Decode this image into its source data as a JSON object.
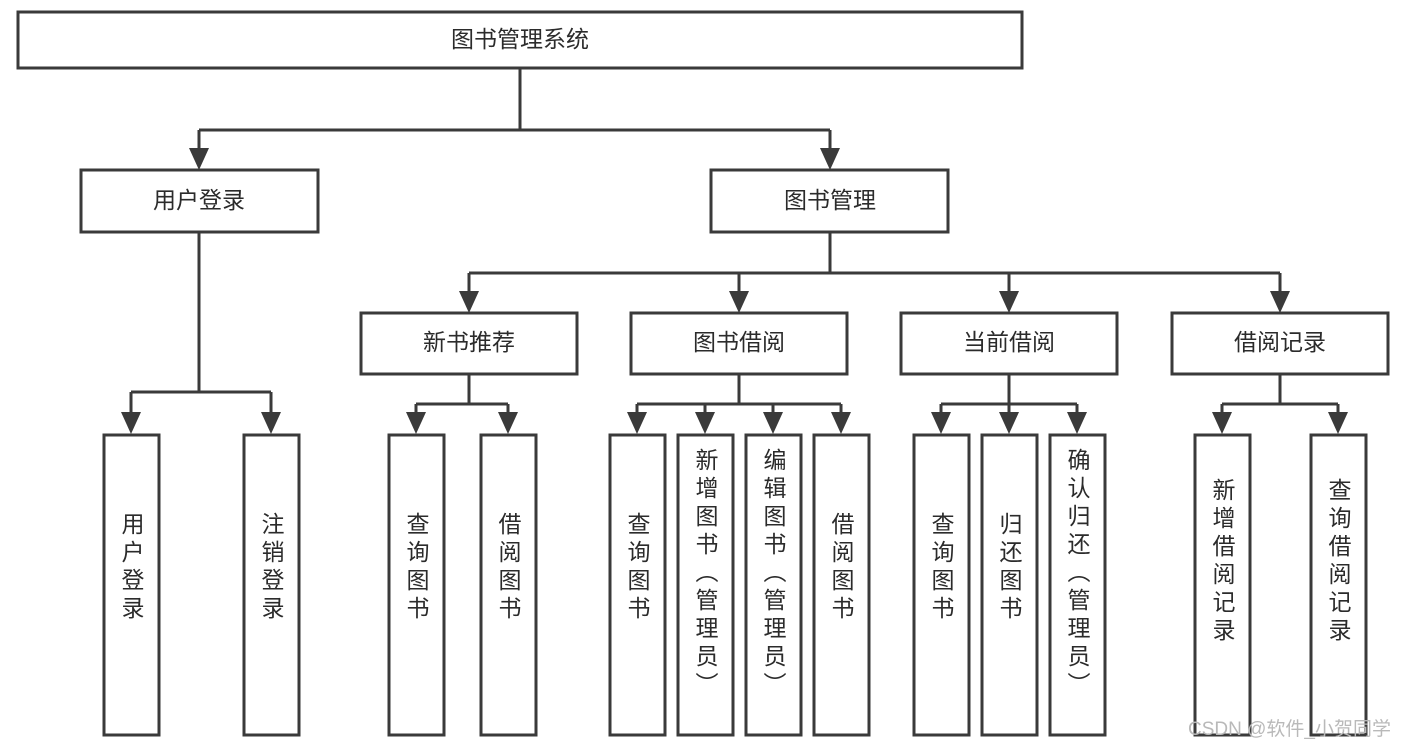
{
  "diagram": {
    "type": "tree",
    "title": "图书管理系统",
    "levels": 4,
    "root": {
      "id": "root",
      "label": "图书管理系统",
      "orientation": "horizontal"
    },
    "level2": [
      {
        "id": "user-login",
        "label": "用户登录",
        "orientation": "horizontal"
      },
      {
        "id": "book-manage",
        "label": "图书管理",
        "orientation": "horizontal"
      }
    ],
    "level3": [
      {
        "id": "new-book-recommend",
        "label": "新书推荐",
        "orientation": "horizontal",
        "parent": "book-manage"
      },
      {
        "id": "book-borrow",
        "label": "图书借阅",
        "orientation": "horizontal",
        "parent": "book-manage"
      },
      {
        "id": "current-borrow",
        "label": "当前借阅",
        "orientation": "horizontal",
        "parent": "book-manage"
      },
      {
        "id": "borrow-record",
        "label": "借阅记录",
        "orientation": "horizontal",
        "parent": "book-manage"
      }
    ],
    "leaves": [
      {
        "id": "leaf-user-login",
        "label": "用户登录",
        "orientation": "vertical",
        "parent": "user-login"
      },
      {
        "id": "leaf-user-logout",
        "label": "注销登录",
        "orientation": "vertical",
        "parent": "user-login"
      },
      {
        "id": "leaf-query-book-1",
        "label": "查询图书",
        "orientation": "vertical",
        "parent": "new-book-recommend"
      },
      {
        "id": "leaf-borrow-book-1",
        "label": "借阅图书",
        "orientation": "vertical",
        "parent": "new-book-recommend"
      },
      {
        "id": "leaf-query-book-2",
        "label": "查询图书",
        "orientation": "vertical",
        "parent": "book-borrow"
      },
      {
        "id": "leaf-add-book",
        "label": "新增图书（管理员）",
        "orientation": "vertical",
        "parent": "book-borrow"
      },
      {
        "id": "leaf-edit-book",
        "label": "编辑图书（管理员）",
        "orientation": "vertical",
        "parent": "book-borrow"
      },
      {
        "id": "leaf-borrow-book-2",
        "label": "借阅图书",
        "orientation": "vertical",
        "parent": "book-borrow"
      },
      {
        "id": "leaf-query-book-3",
        "label": "查询图书",
        "orientation": "vertical",
        "parent": "current-borrow"
      },
      {
        "id": "leaf-return-book",
        "label": "归还图书",
        "orientation": "vertical",
        "parent": "current-borrow"
      },
      {
        "id": "leaf-confirm-return",
        "label": "确认归还（管理员）",
        "orientation": "vertical",
        "parent": "current-borrow"
      },
      {
        "id": "leaf-add-record",
        "label": "新增借阅记录",
        "orientation": "vertical",
        "parent": "borrow-record"
      },
      {
        "id": "leaf-query-record",
        "label": "查询借阅记录",
        "orientation": "vertical",
        "parent": "borrow-record"
      }
    ]
  },
  "watermark": {
    "text": "CSDN @软件_小贺同学"
  },
  "colors": {
    "box_stroke": "#3a3a3a",
    "box_fill": "#ffffff",
    "text": "#2b2b2b",
    "connector": "#3a3a3a",
    "background": "#ffffff",
    "watermark": "#b9b9b9"
  }
}
